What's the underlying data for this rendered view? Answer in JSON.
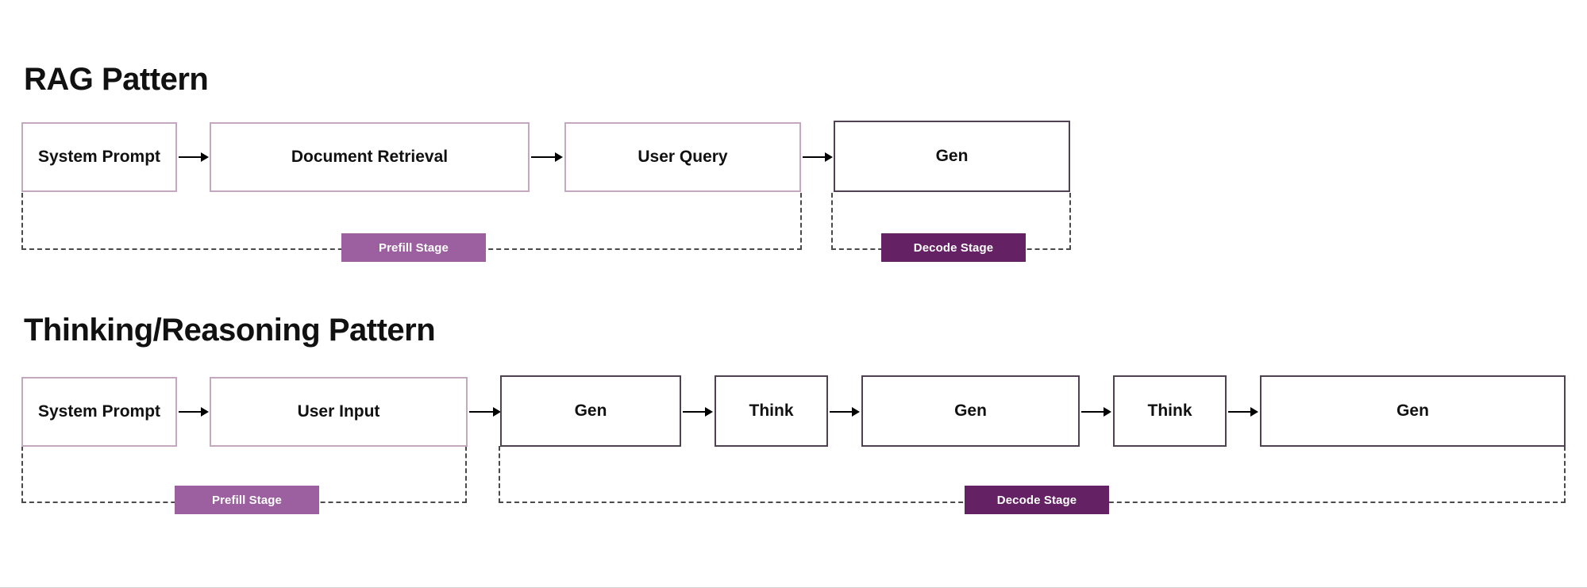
{
  "colors": {
    "background": "#ffffff",
    "text": "#111111",
    "node_border_light": "#c4a8c0",
    "node_border_dark": "#4f4152",
    "bracket_dash": "#4a4a4a",
    "prefill_badge": "#9c5fa0",
    "decode_badge": "#642264",
    "arrow": "#000000"
  },
  "sections": [
    {
      "id": "rag",
      "title": "RAG Pattern",
      "nodes": [
        {
          "label": "System Prompt",
          "style": "light"
        },
        {
          "label": "Document Retrieval",
          "style": "light"
        },
        {
          "label": "User Query",
          "style": "light"
        },
        {
          "label": "Gen",
          "style": "dark"
        }
      ],
      "stages": [
        {
          "label": "Prefill Stage",
          "style": "prefill"
        },
        {
          "label": "Decode Stage",
          "style": "decode"
        }
      ]
    },
    {
      "id": "thinking",
      "title": "Thinking/Reasoning  Pattern",
      "nodes": [
        {
          "label": "System Prompt",
          "style": "light"
        },
        {
          "label": "User Input",
          "style": "light"
        },
        {
          "label": "Gen",
          "style": "dark"
        },
        {
          "label": "Think",
          "style": "dark"
        },
        {
          "label": "Gen",
          "style": "dark"
        },
        {
          "label": "Think",
          "style": "dark"
        },
        {
          "label": "Gen",
          "style": "dark"
        }
      ],
      "stages": [
        {
          "label": "Prefill Stage",
          "style": "prefill"
        },
        {
          "label": "Decode Stage",
          "style": "decode"
        }
      ]
    }
  ]
}
